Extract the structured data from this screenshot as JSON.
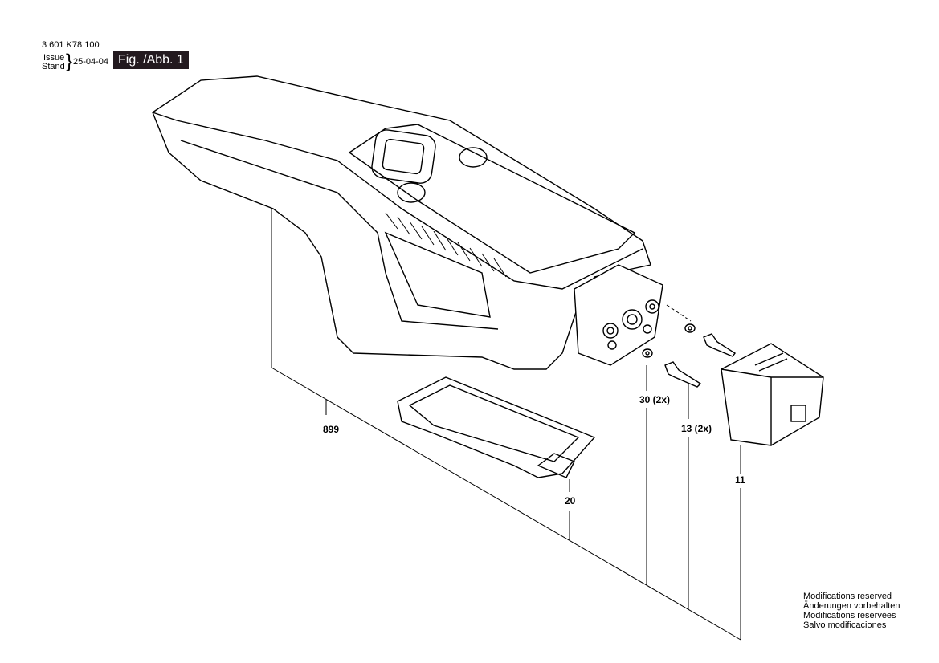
{
  "header": {
    "part_number": "3 601 K78 100",
    "issue_label": "Issue",
    "stand_label": "Stand",
    "date": "25-04-04",
    "figure_label": "Fig. /Abb. 1"
  },
  "parts": [
    {
      "id": "899",
      "label": "899"
    },
    {
      "id": "20",
      "label": "20"
    },
    {
      "id": "30",
      "label": "30 (2x)"
    },
    {
      "id": "13",
      "label": "13 (2x)"
    },
    {
      "id": "11",
      "label": "11"
    }
  ],
  "footer": {
    "notes": [
      "Modifications reserved",
      "Änderungen vorbehalten",
      "Modifications resérvées",
      "Salvo modificaciones"
    ]
  }
}
